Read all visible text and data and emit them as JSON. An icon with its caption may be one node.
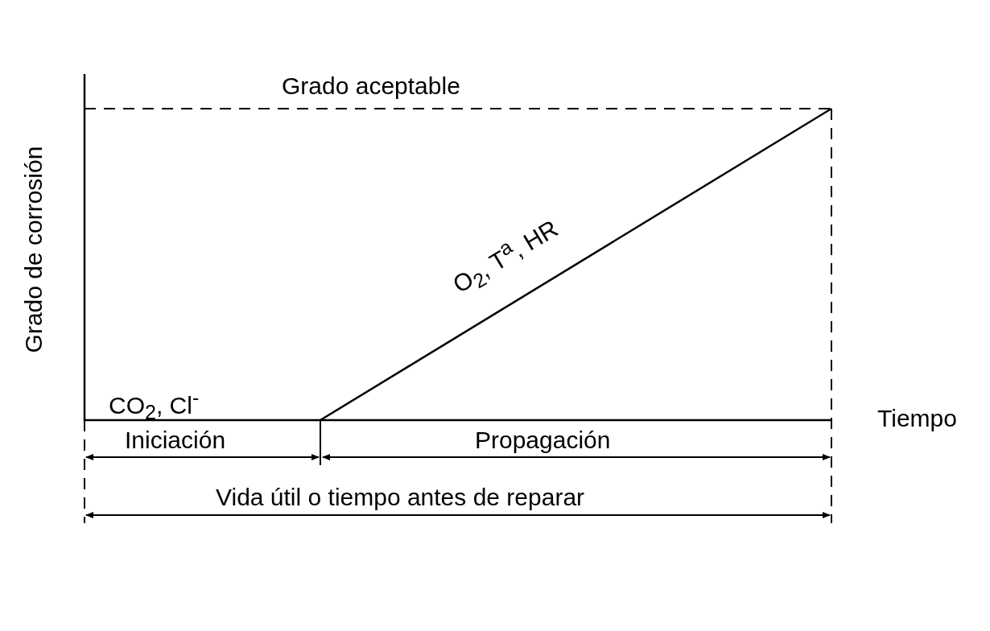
{
  "diagram": {
    "labels": [
      "Grado de corrosión",
      "Grado aceptable",
      "O$_{2}$, T$^{a}$, HR",
      "CO$_{2}$, Cl$^{-}$",
      "Tiempo",
      "Iniciación",
      "Propagación",
      "Vida útil o tiempo antes de reparar"
    ]
  }
}
